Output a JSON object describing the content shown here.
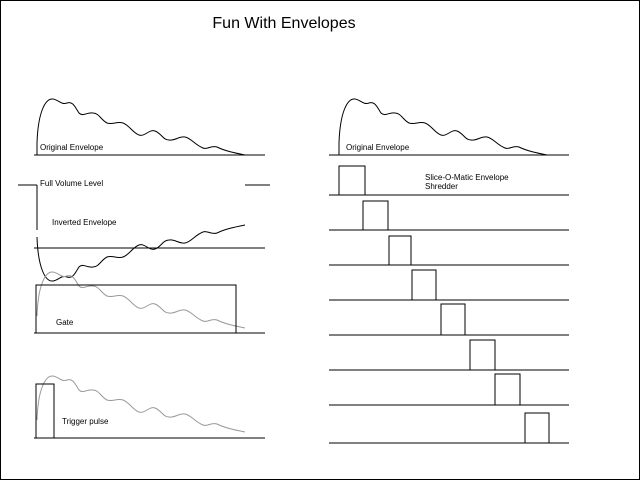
{
  "title": "Fun With Envelopes",
  "left_labels": {
    "original": "Original Envelope",
    "full_volume": "Full Volume Level",
    "inverted": "Inverted Envelope",
    "gate": "Gate",
    "trigger": "Trigger pulse"
  },
  "right_labels": {
    "original": "Original Envelope",
    "shredder_line1": "Slice-O-Matic Envelope",
    "shredder_line2": "Shredder"
  },
  "colors": {
    "line": "#000000",
    "faded_envelope": "#999999",
    "background": "#ffffff"
  }
}
